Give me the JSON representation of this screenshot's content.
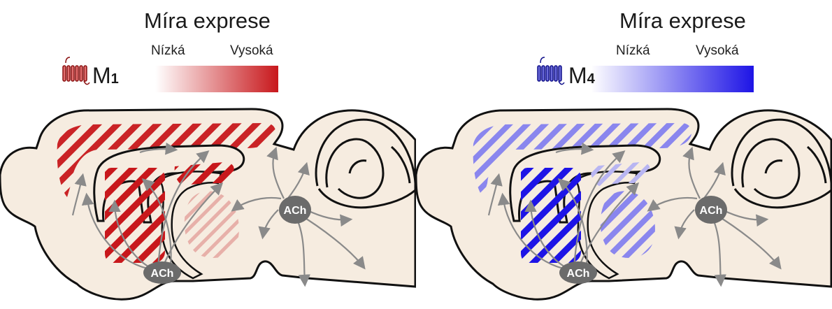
{
  "panels": [
    {
      "title": "Míra exprese",
      "low_label": "Nízká",
      "high_label": "Vysoká",
      "receptor": "M",
      "receptor_sub": "1",
      "color": "#c8181c",
      "ach_label_1": "ACh",
      "ach_label_2": "ACh"
    },
    {
      "title": "Míra exprese",
      "low_label": "Nízká",
      "high_label": "Vysoká",
      "receptor": "M",
      "receptor_sub": "4",
      "color": "#1e14e6",
      "ach_label_1": "ACh",
      "ach_label_2": "ACh"
    }
  ],
  "colors": {
    "tissue": "#f6ece0",
    "outline": "#111111",
    "ach_node": "#6b6b6b",
    "arrows": "#8a8a8a"
  }
}
